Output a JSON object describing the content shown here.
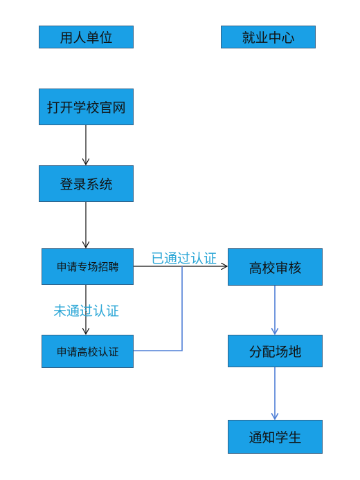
{
  "columns": {
    "left": "用人单位",
    "right": "就业中心"
  },
  "nodes": {
    "open_site": "打开学校官网",
    "login": "登录系统",
    "apply_job": "申请专场招聘",
    "apply_cert": "申请高校认证",
    "school_review": "高校审核",
    "assign_venue": "分配场地",
    "notify_students": "通知学生"
  },
  "edge_labels": {
    "certified": "已通过认证",
    "not_certified": "未通过认证"
  },
  "colors": {
    "box_fill": "#1aa0e6",
    "box_border": "#2f5f86",
    "label_text": "#2aa6d6",
    "blue_arrow": "#4f7fd6",
    "black_arrow": "#111111"
  }
}
